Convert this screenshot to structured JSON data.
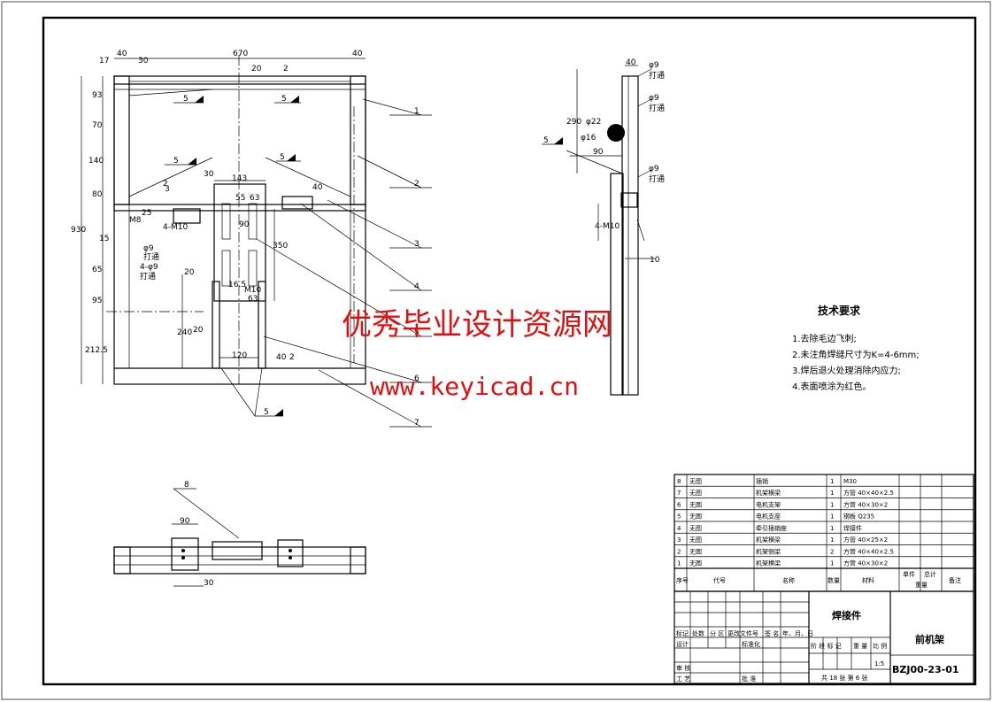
{
  "dims_main": {
    "d40a": "40",
    "d670": "670",
    "d40b": "40",
    "d17": "17",
    "d30a": "30",
    "d20a": "20",
    "d2a": "2",
    "d93": "93",
    "d70": "70",
    "d140": "140",
    "d80": "80",
    "d930": "930",
    "d15": "15",
    "d65": "65",
    "d95": "95",
    "d2125": "212.5",
    "d143": "143",
    "d30b": "30",
    "d40c": "40",
    "d3": "3",
    "d25": "25",
    "d2b": "2",
    "d55": "55",
    "d63a": "63",
    "d90": "90",
    "d350": "350",
    "d20b": "20",
    "d165": "16.5",
    "m10": "M10",
    "d63b": "63",
    "d240": "240",
    "d20c": "20",
    "d120": "120",
    "d40d": "40",
    "d2c": "2",
    "m8": "M8",
    "tap4m10": "4-M10",
    "phi9a": "φ9",
    "dakong": "打通",
    "phi9b": "4-φ9",
    "dakong2": "打通"
  },
  "welds": [
    "5",
    "5",
    "5",
    "5",
    "5",
    "5"
  ],
  "balloons": [
    "1",
    "2",
    "3",
    "4",
    "5",
    "6",
    "7",
    "8"
  ],
  "dims_side": {
    "d40": "40",
    "phi9a": "φ9",
    "dk1": "打通",
    "phi9b": "φ9",
    "dk2": "打通",
    "d290": "290",
    "phi22": "φ22",
    "phi16": "φ16",
    "d90": "90",
    "phi9c": "φ9",
    "dk3": "打通",
    "w5": "5",
    "tap": "4-M10",
    "d10": "10"
  },
  "dims_bottom": {
    "d90": "90",
    "d30": "30"
  },
  "watermark": {
    "cn": "优秀毕业设计资源网",
    "url": "www.keyicad.cn"
  },
  "requirements": {
    "title": "技术要求",
    "items": [
      "1.去除毛边飞刺;",
      "2.未注角焊缝尺寸为K=4-6mm;",
      "3.焊后退火处理消除内应力;",
      "4.表面喷涂为红色。"
    ]
  },
  "bom": {
    "rows": [
      {
        "no": "8",
        "code": "无图",
        "name": "插销",
        "qty": "1",
        "mat": "M30"
      },
      {
        "no": "7",
        "code": "无图",
        "name": "机架横梁",
        "qty": "1",
        "mat": "方管 40×40×2.5"
      },
      {
        "no": "6",
        "code": "无图",
        "name": "电机支架",
        "qty": "1",
        "mat": "方管 40×30×2"
      },
      {
        "no": "5",
        "code": "无图",
        "name": "电机支座",
        "qty": "1",
        "mat": "钢板 Q235"
      },
      {
        "no": "4",
        "code": "无图",
        "name": "牵引插销座",
        "qty": "1",
        "mat": "焊接件"
      },
      {
        "no": "3",
        "code": "无图",
        "name": "机架横梁",
        "qty": "1",
        "mat": "方管 40×25×2"
      },
      {
        "no": "2",
        "code": "无图",
        "name": "机架侧梁",
        "qty": "2",
        "mat": "方管 40×40×2.5"
      },
      {
        "no": "1",
        "code": "无图",
        "name": "机架横梁",
        "qty": "1",
        "mat": "方管 40×30×2"
      }
    ],
    "header": {
      "no": "序号",
      "code": "代号",
      "name": "名称",
      "qty": "数量",
      "mat": "材料",
      "single": "单件",
      "total": "总计",
      "weight": "重量",
      "remark": "备注"
    }
  },
  "title_block": {
    "material": "焊接件",
    "part_name": "前机架",
    "drawing_no": "BZJ00-23-01",
    "scale": "1:5",
    "sheet": "共 18 张  第 6 张",
    "mark": "标记",
    "count": "处数",
    "zone": "分 区",
    "doc": "更改文件号",
    "sign": "签 名",
    "date": "年、月、日",
    "design": "设计",
    "standard": "标准化",
    "stage": "阶 段 标 记",
    "weightl": "重 量",
    "scalel": "比 例",
    "review": "审 核",
    "craft": "工 艺",
    "approve": "批 准"
  }
}
